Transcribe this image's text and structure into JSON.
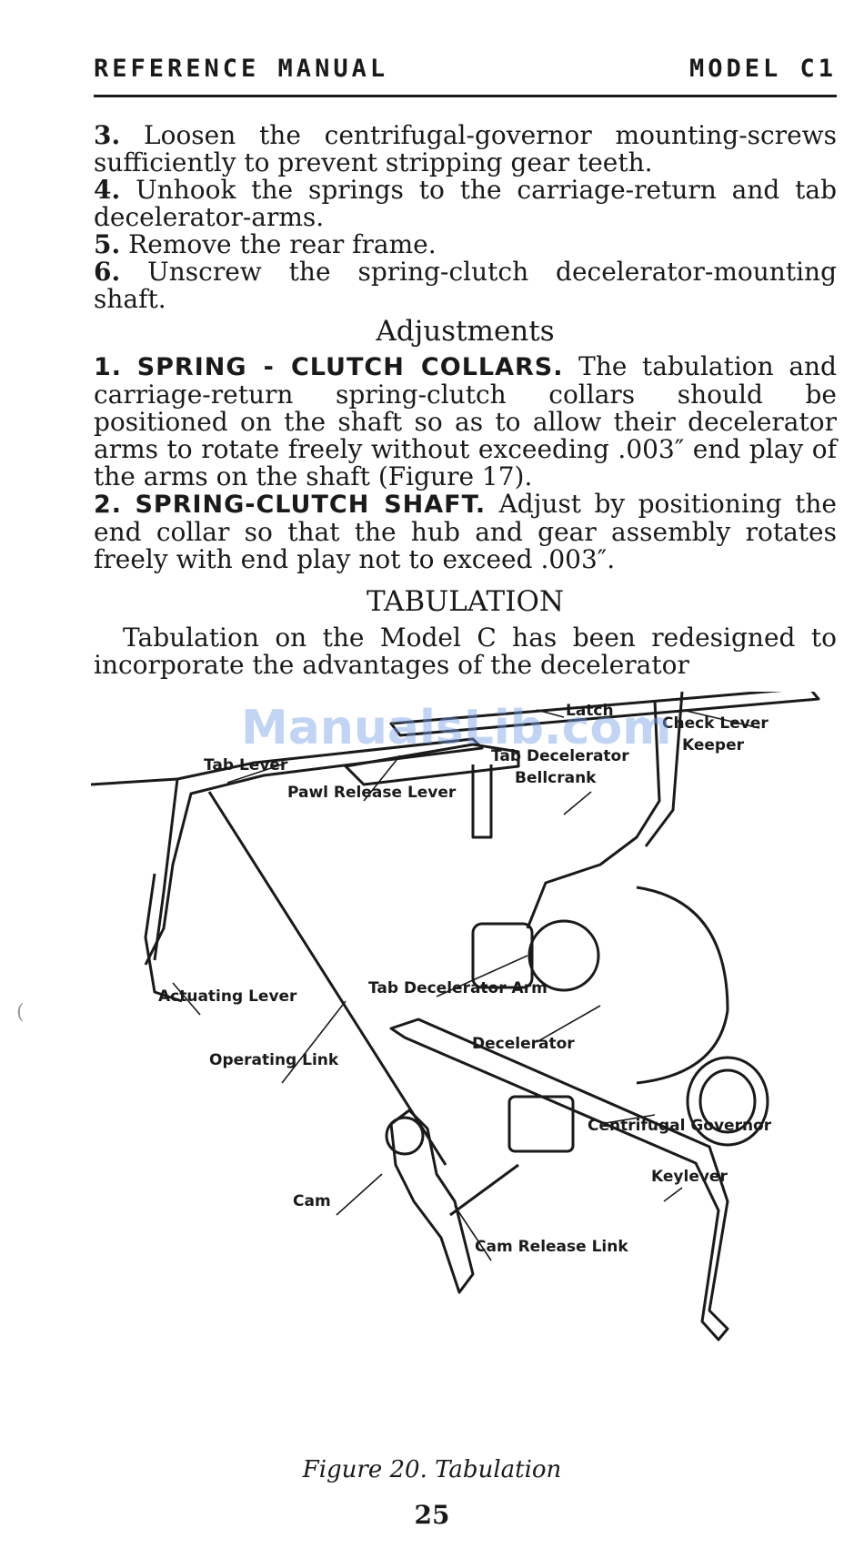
{
  "header": {
    "left": "REFERENCE MANUAL",
    "right": "MODEL C1"
  },
  "steps": [
    {
      "num": "3.",
      "text": "Loosen the centrifugal-governor mounting-screws sufficiently to prevent stripping gear teeth."
    },
    {
      "num": "4.",
      "text": "Unhook the springs to the carriage-return and tab decelerator-arms."
    },
    {
      "num": "5.",
      "text": "Remove the rear frame."
    },
    {
      "num": "6.",
      "text": "Unscrew the spring-clutch decelerator-mounting shaft."
    }
  ],
  "adjustments": {
    "heading": "Adjustments",
    "items": [
      {
        "num": "1.",
        "title": "SPRING - CLUTCH COLLARS.",
        "text": "The tabulation and carriage-return spring-clutch collars should be positioned on the shaft so as to allow their decelerator arms to rotate freely without exceeding .003″ end play of the arms on the shaft (Figure 17)."
      },
      {
        "num": "2.",
        "title": "SPRING-CLUTCH SHAFT.",
        "text": "Adjust by positioning the end collar so that the hub and gear assembly rotates freely with end play not to exceed .003″."
      }
    ]
  },
  "tabulation": {
    "heading": "TABULATION",
    "text": "Tabulation on the Model C has been redesigned to incorporate the advantages of the decelerator"
  },
  "figure": {
    "watermark": "ManualsLib.com",
    "labels": {
      "latch": "Latch",
      "check_lever_keeper_1": "Check Lever",
      "check_lever_keeper_2": "Keeper",
      "tab_decelerator_bellcrank_1": "Tab Decelerator",
      "tab_decelerator_bellcrank_2": "Bellcrank",
      "tab_lever": "Tab Lever",
      "pawl_release_lever": "Pawl Release Lever",
      "tab_decelerator_arm": "Tab Decelerator Arm",
      "actuating_lever": "Actuating Lever",
      "decelerator": "Decelerator",
      "operating_link": "Operating Link",
      "centrifugal_governor": "Centrifugal Governor",
      "keylever": "Keylever",
      "cam": "Cam",
      "cam_release_link": "Cam Release Link"
    },
    "caption": "Figure 20.   Tabulation"
  },
  "page_number": "25"
}
